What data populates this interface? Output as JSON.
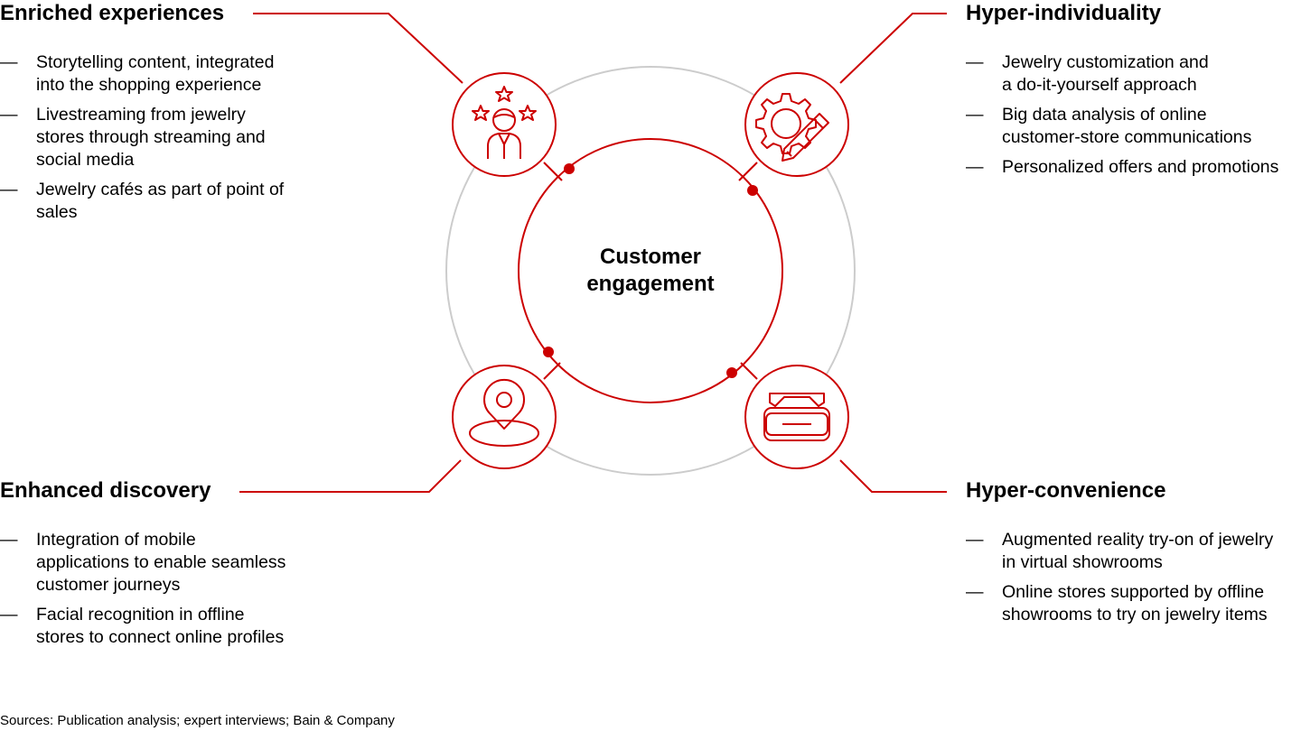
{
  "colors": {
    "accent": "#cc0000",
    "ring": "#cccccc",
    "text": "#000000"
  },
  "center": {
    "label_line1": "Customer",
    "label_line2": "engagement"
  },
  "dash": "—",
  "quadrants": {
    "enriched": {
      "title": "Enriched experiences",
      "icon": "person-stars-icon",
      "items": [
        {
          "line1": "Storytelling content, integrated",
          "line2": "into the shopping experience",
          "line3": ""
        },
        {
          "line1": "Livestreaming from jewelry",
          "line2": "stores through streaming and",
          "line3": "social media"
        },
        {
          "line1": "Jewelry cafés as part of point of",
          "line2": "sales",
          "line3": ""
        }
      ]
    },
    "individuality": {
      "title": "Hyper-individuality",
      "icon": "gear-pencil-icon",
      "items": [
        {
          "line1": "Jewelry customization and",
          "line2": "a do-it-yourself approach",
          "line3": ""
        },
        {
          "line1": "Big data analysis of online",
          "line2": "customer-store communications",
          "line3": ""
        },
        {
          "line1": "Personalized offers and promotions",
          "line2": "",
          "line3": ""
        }
      ]
    },
    "discovery": {
      "title": "Enhanced discovery",
      "icon": "location-pin-icon",
      "items": [
        {
          "line1": "Integration of mobile",
          "line2": "applications to enable seamless",
          "line3": "customer journeys"
        },
        {
          "line1": "Facial recognition in offline",
          "line2": "stores to connect online profiles",
          "line3": ""
        }
      ]
    },
    "convenience": {
      "title": "Hyper-convenience",
      "icon": "vr-headset-icon",
      "items": [
        {
          "line1": "Augmented reality try-on of jewelry",
          "line2": "in virtual showrooms",
          "line3": ""
        },
        {
          "line1": "Online stores supported by offline",
          "line2": "showrooms to try on jewelry items",
          "line3": ""
        }
      ]
    }
  },
  "footer": {
    "sources": "Sources: Publication analysis; expert interviews; Bain & Company"
  }
}
